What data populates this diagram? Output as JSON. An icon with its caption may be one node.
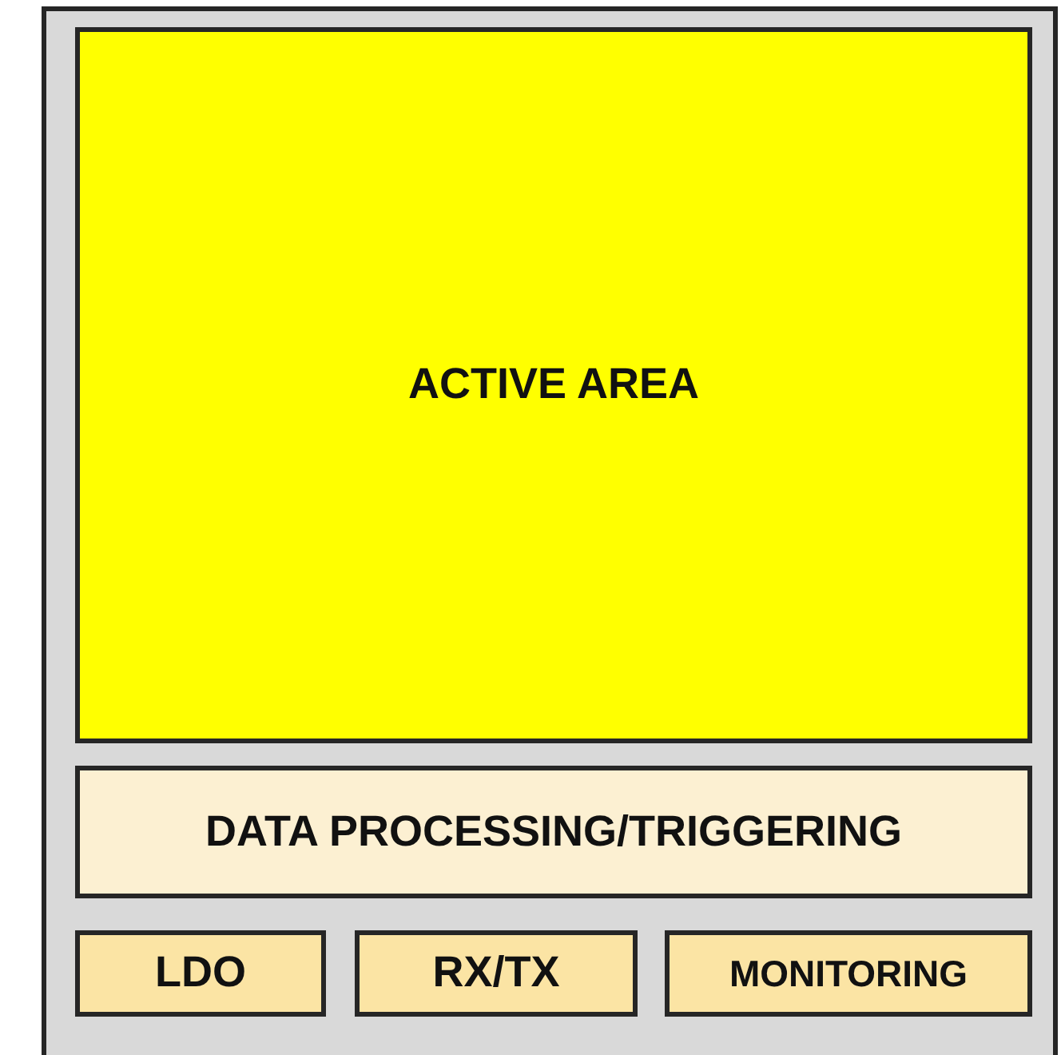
{
  "diagram": {
    "nodes": [
      {
        "text": [],
        "shape": "box"
      },
      {
        "text": [
          "ACTIVE AREA"
        ],
        "in": 0
      },
      {
        "text": [
          "DATA PROCESSING/TRIGGERING"
        ],
        "in": 0
      },
      {
        "text": [
          "LDO"
        ],
        "in": 0
      },
      {
        "text": [
          "RX/TX"
        ],
        "in": 0
      },
      {
        "text": [
          "MONITORING"
        ],
        "in": 0
      }
    ]
  }
}
